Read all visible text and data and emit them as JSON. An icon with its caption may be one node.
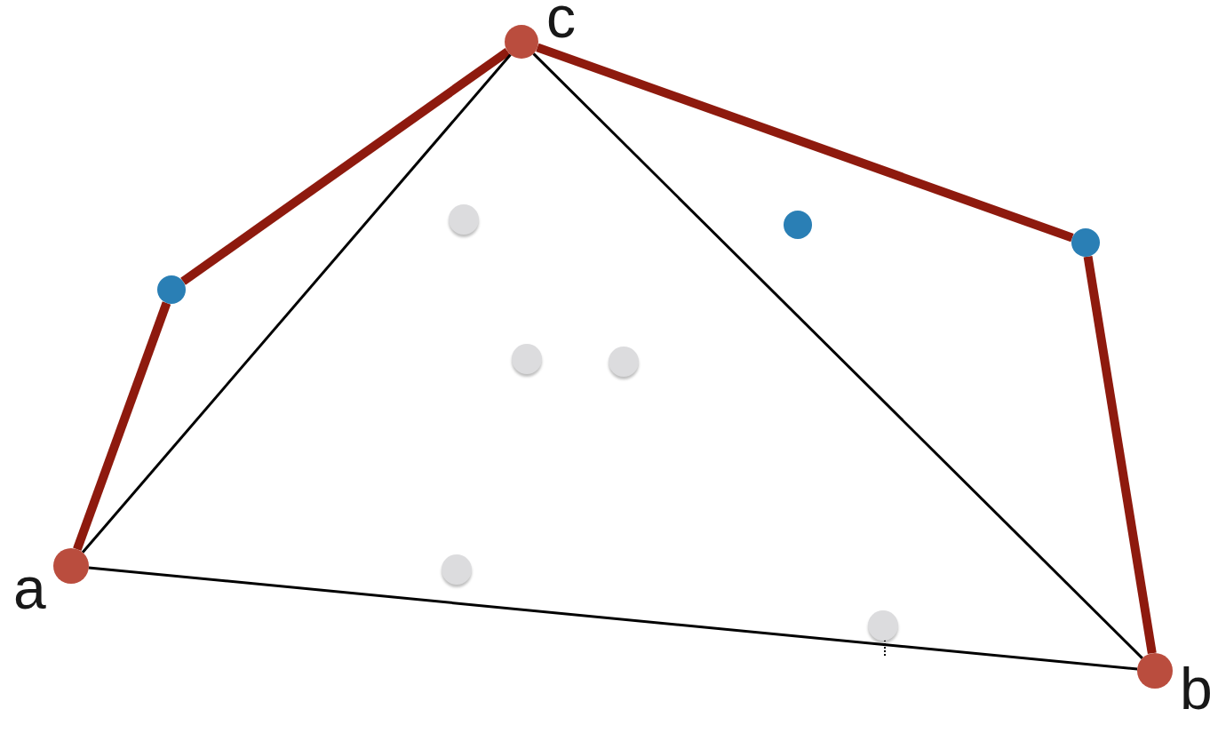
{
  "diagram": {
    "nodes": [
      {
        "text": [],
        "shape": "circle",
        "beside": [
          "c"
        ]
      },
      {
        "text": [],
        "shape": "circle"
      },
      {
        "text": [],
        "shape": "circle"
      },
      {
        "text": [],
        "shape": "circle"
      },
      {
        "text": [],
        "shape": "circle"
      },
      {
        "text": [],
        "shape": "circle"
      },
      {
        "text": [],
        "shape": "circle"
      },
      {
        "text": [],
        "shape": "circle",
        "beside": [
          "a"
        ]
      },
      {
        "text": [],
        "shape": "circle"
      },
      {
        "text": [],
        "shape": "circle"
      },
      {
        "text": [],
        "shape": "circle",
        "beside": [
          "b"
        ]
      }
    ],
    "edges": [
      {
        "from": 7,
        "to": 4,
        "arrow": "none"
      },
      {
        "from": 4,
        "to": 0,
        "arrow": "none"
      },
      {
        "from": 0,
        "to": 3,
        "arrow": "none"
      },
      {
        "from": 3,
        "to": 10,
        "arrow": "none"
      },
      {
        "from": 7,
        "to": 0,
        "arrow": "none",
        "color": "#000000"
      },
      {
        "from": 0,
        "to": 10,
        "arrow": "none",
        "color": "#000000"
      },
      {
        "from": 7,
        "to": 10,
        "arrow": "none",
        "color": "#000000"
      }
    ]
  }
}
